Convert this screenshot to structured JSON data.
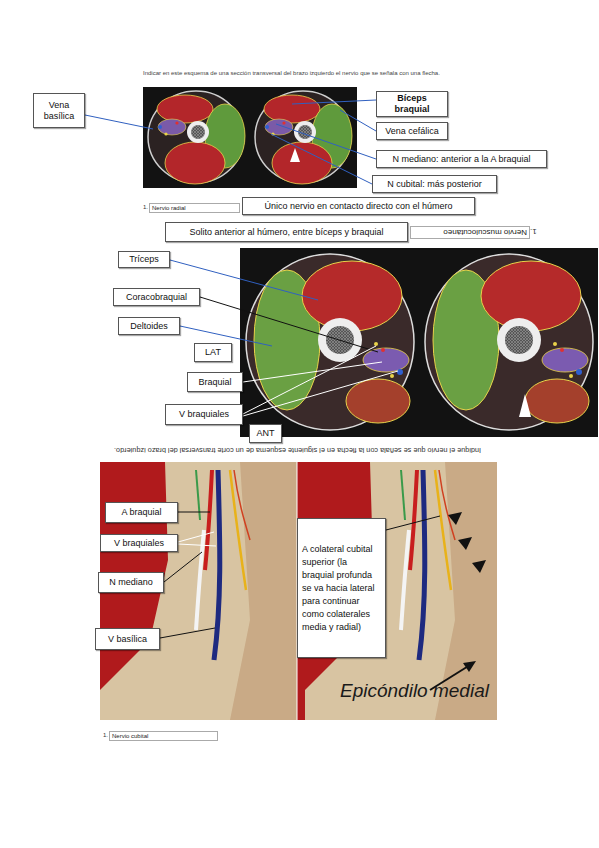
{
  "diagram": {
    "nodes": [
      {
        "text": [
          "Vena basílica"
        ]
      },
      {
        "text": [
          "Bíceps braquial"
        ]
      },
      {
        "text": [
          "Vena cefálica"
        ]
      },
      {
        "text": [
          "N mediano: anterior a la A braquial"
        ]
      },
      {
        "text": [
          "N cubital: más posterior"
        ]
      },
      {
        "text": [
          "Nervio radial"
        ]
      },
      {
        "text": [
          "Único nervio en contacto directo con el húmero"
        ]
      },
      {
        "text": [
          "Solito anterior al húmero, entre bíceps y braquial"
        ]
      },
      {
        "text": [
          "Nervio musculocutáneo"
        ]
      },
      {
        "text": [
          "Tríceps"
        ]
      },
      {
        "text": [
          "Coracobraquial"
        ]
      },
      {
        "text": [
          "Deltoides"
        ]
      },
      {
        "text": [
          "LAT"
        ]
      },
      {
        "text": [
          "Braquial"
        ]
      },
      {
        "text": [
          "V braquiales"
        ]
      },
      {
        "text": [
          "ANT"
        ]
      },
      {
        "text": [
          "A braquial"
        ]
      },
      {
        "text": [
          "A colateral cubital superior (la braquial profunda se va hacia lateral para continuar como colaterales media y radial)"
        ]
      },
      {
        "text": [
          "V braquiales"
        ]
      },
      {
        "text": [
          "N mediano"
        ]
      },
      {
        "text": [
          "V basílica"
        ]
      },
      {
        "text": [
          "Nervio cubital"
        ]
      }
    ],
    "labels": [
      "Indicar en este esquema de una sección transversal del brazo izquierdo el nervio que se señala con una flecha.",
      "1.",
      "1.",
      "Indique el nervio que se señala con la flecha en el siguiente esquema de un corte transversal del brazo izquierdo.",
      "Epicóndilo medial",
      "1."
    ]
  }
}
